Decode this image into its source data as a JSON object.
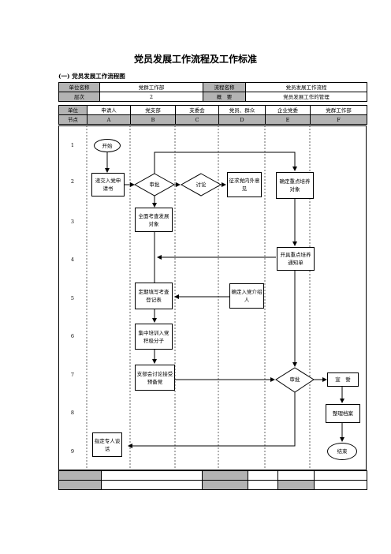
{
  "title": "党员发展工作流程及工作标准",
  "section": "(一) 党员发展工作流程图",
  "header": {
    "unit_name_label": "单位名称",
    "unit_name_value": "党群工作部",
    "process_name_label": "流程名称",
    "process_name_value": "党员发展工作流程",
    "level_label": "层次",
    "level_value": "2",
    "summary_label": "概　要",
    "summary_value": "党员发展工作的管理"
  },
  "lanes": [
    "申请人",
    "党支部",
    "支委会",
    "党员、群众",
    "企业党委",
    "党群工作部"
  ],
  "unit_label": "单位",
  "node_label": "节点",
  "lane_codes": [
    "A",
    "B",
    "C",
    "D",
    "E",
    "F"
  ],
  "rows": [
    "1",
    "2",
    "3",
    "4",
    "5",
    "6",
    "7",
    "8",
    "9"
  ],
  "nodes": {
    "start": "开始",
    "submit_app": "递交入党申请书",
    "review": "审批",
    "discuss": "讨论",
    "solicit": "征求党内外意见",
    "determine_key": "确定重点培养对象",
    "inspect": "全面考查发展对象",
    "issue_notice": "开具重点培养通知单",
    "fill_form": "定期填写考查登记表",
    "determine_intro": "确定入党介绍人",
    "train": "集中培训入党积极分子",
    "branch_discuss": "支部会讨论接受预备党",
    "approve": "审批",
    "oath": "宣　誓",
    "archive": "整理档案",
    "assign_talk": "指定专人谈话",
    "end": "结束"
  }
}
